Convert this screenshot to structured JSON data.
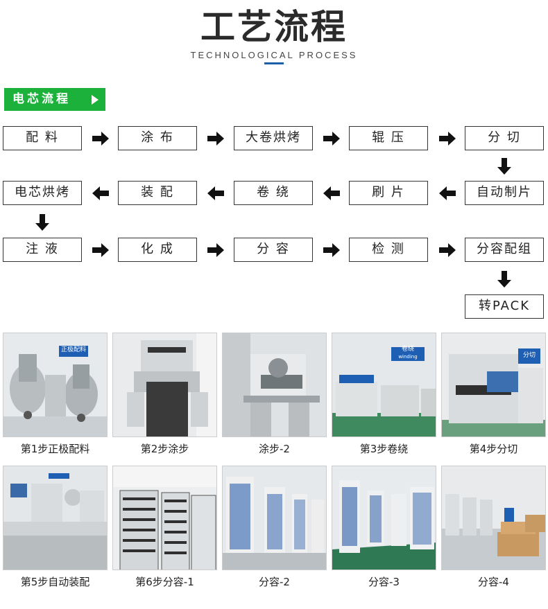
{
  "header": {
    "title": "工艺流程",
    "subtitle": "TECHNOLOGICAL PROCESS",
    "accent_color": "#1b5fa8"
  },
  "section_tag": {
    "label": "电芯流程",
    "color": "#1bb13a"
  },
  "flow_steps": [
    "配 料",
    "涂 布",
    "大卷烘烤",
    "辊 压",
    "分 切",
    "自动制片",
    "刷 片",
    "卷 绕",
    "装 配",
    "电芯烘烤",
    "注 液",
    "化 成",
    "分 容",
    "检 测",
    "分容配组",
    "转PACK"
  ],
  "photos": [
    {
      "caption": "第1步正极配料",
      "sign": "正极配料",
      "icon": "mixing-machine-icon"
    },
    {
      "caption": "第2步涂步",
      "sign": "",
      "icon": "coating-machine-icon"
    },
    {
      "caption": "涂步-2",
      "sign": "",
      "icon": "coating-line-icon"
    },
    {
      "caption": "第3步卷绕",
      "sign": "卷绕",
      "sign2": "winding",
      "icon": "winding-machine-icon"
    },
    {
      "caption": "第4步分切",
      "sign": "分切",
      "icon": "slitting-machine-icon"
    },
    {
      "caption": "第5步自动装配",
      "sign": "",
      "icon": "assembly-line-icon"
    },
    {
      "caption": "第6步分容-1",
      "sign": "",
      "icon": "capacity-cabinet-icon"
    },
    {
      "caption": "分容-2",
      "sign": "",
      "icon": "capacity-rack-icon"
    },
    {
      "caption": "分容-3",
      "sign": "",
      "icon": "capacity-room-icon"
    },
    {
      "caption": "分容-4",
      "sign": "",
      "icon": "warehouse-icon"
    }
  ]
}
